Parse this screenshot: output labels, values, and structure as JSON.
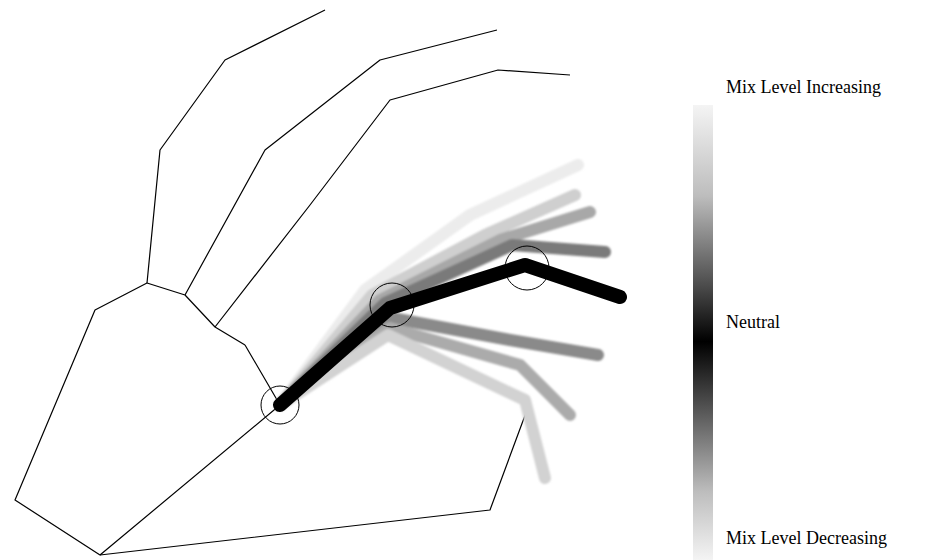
{
  "diagram": {
    "labels": [
      "Mix Level Increasing",
      "Neutral",
      "Mix Level Decreasing"
    ]
  }
}
